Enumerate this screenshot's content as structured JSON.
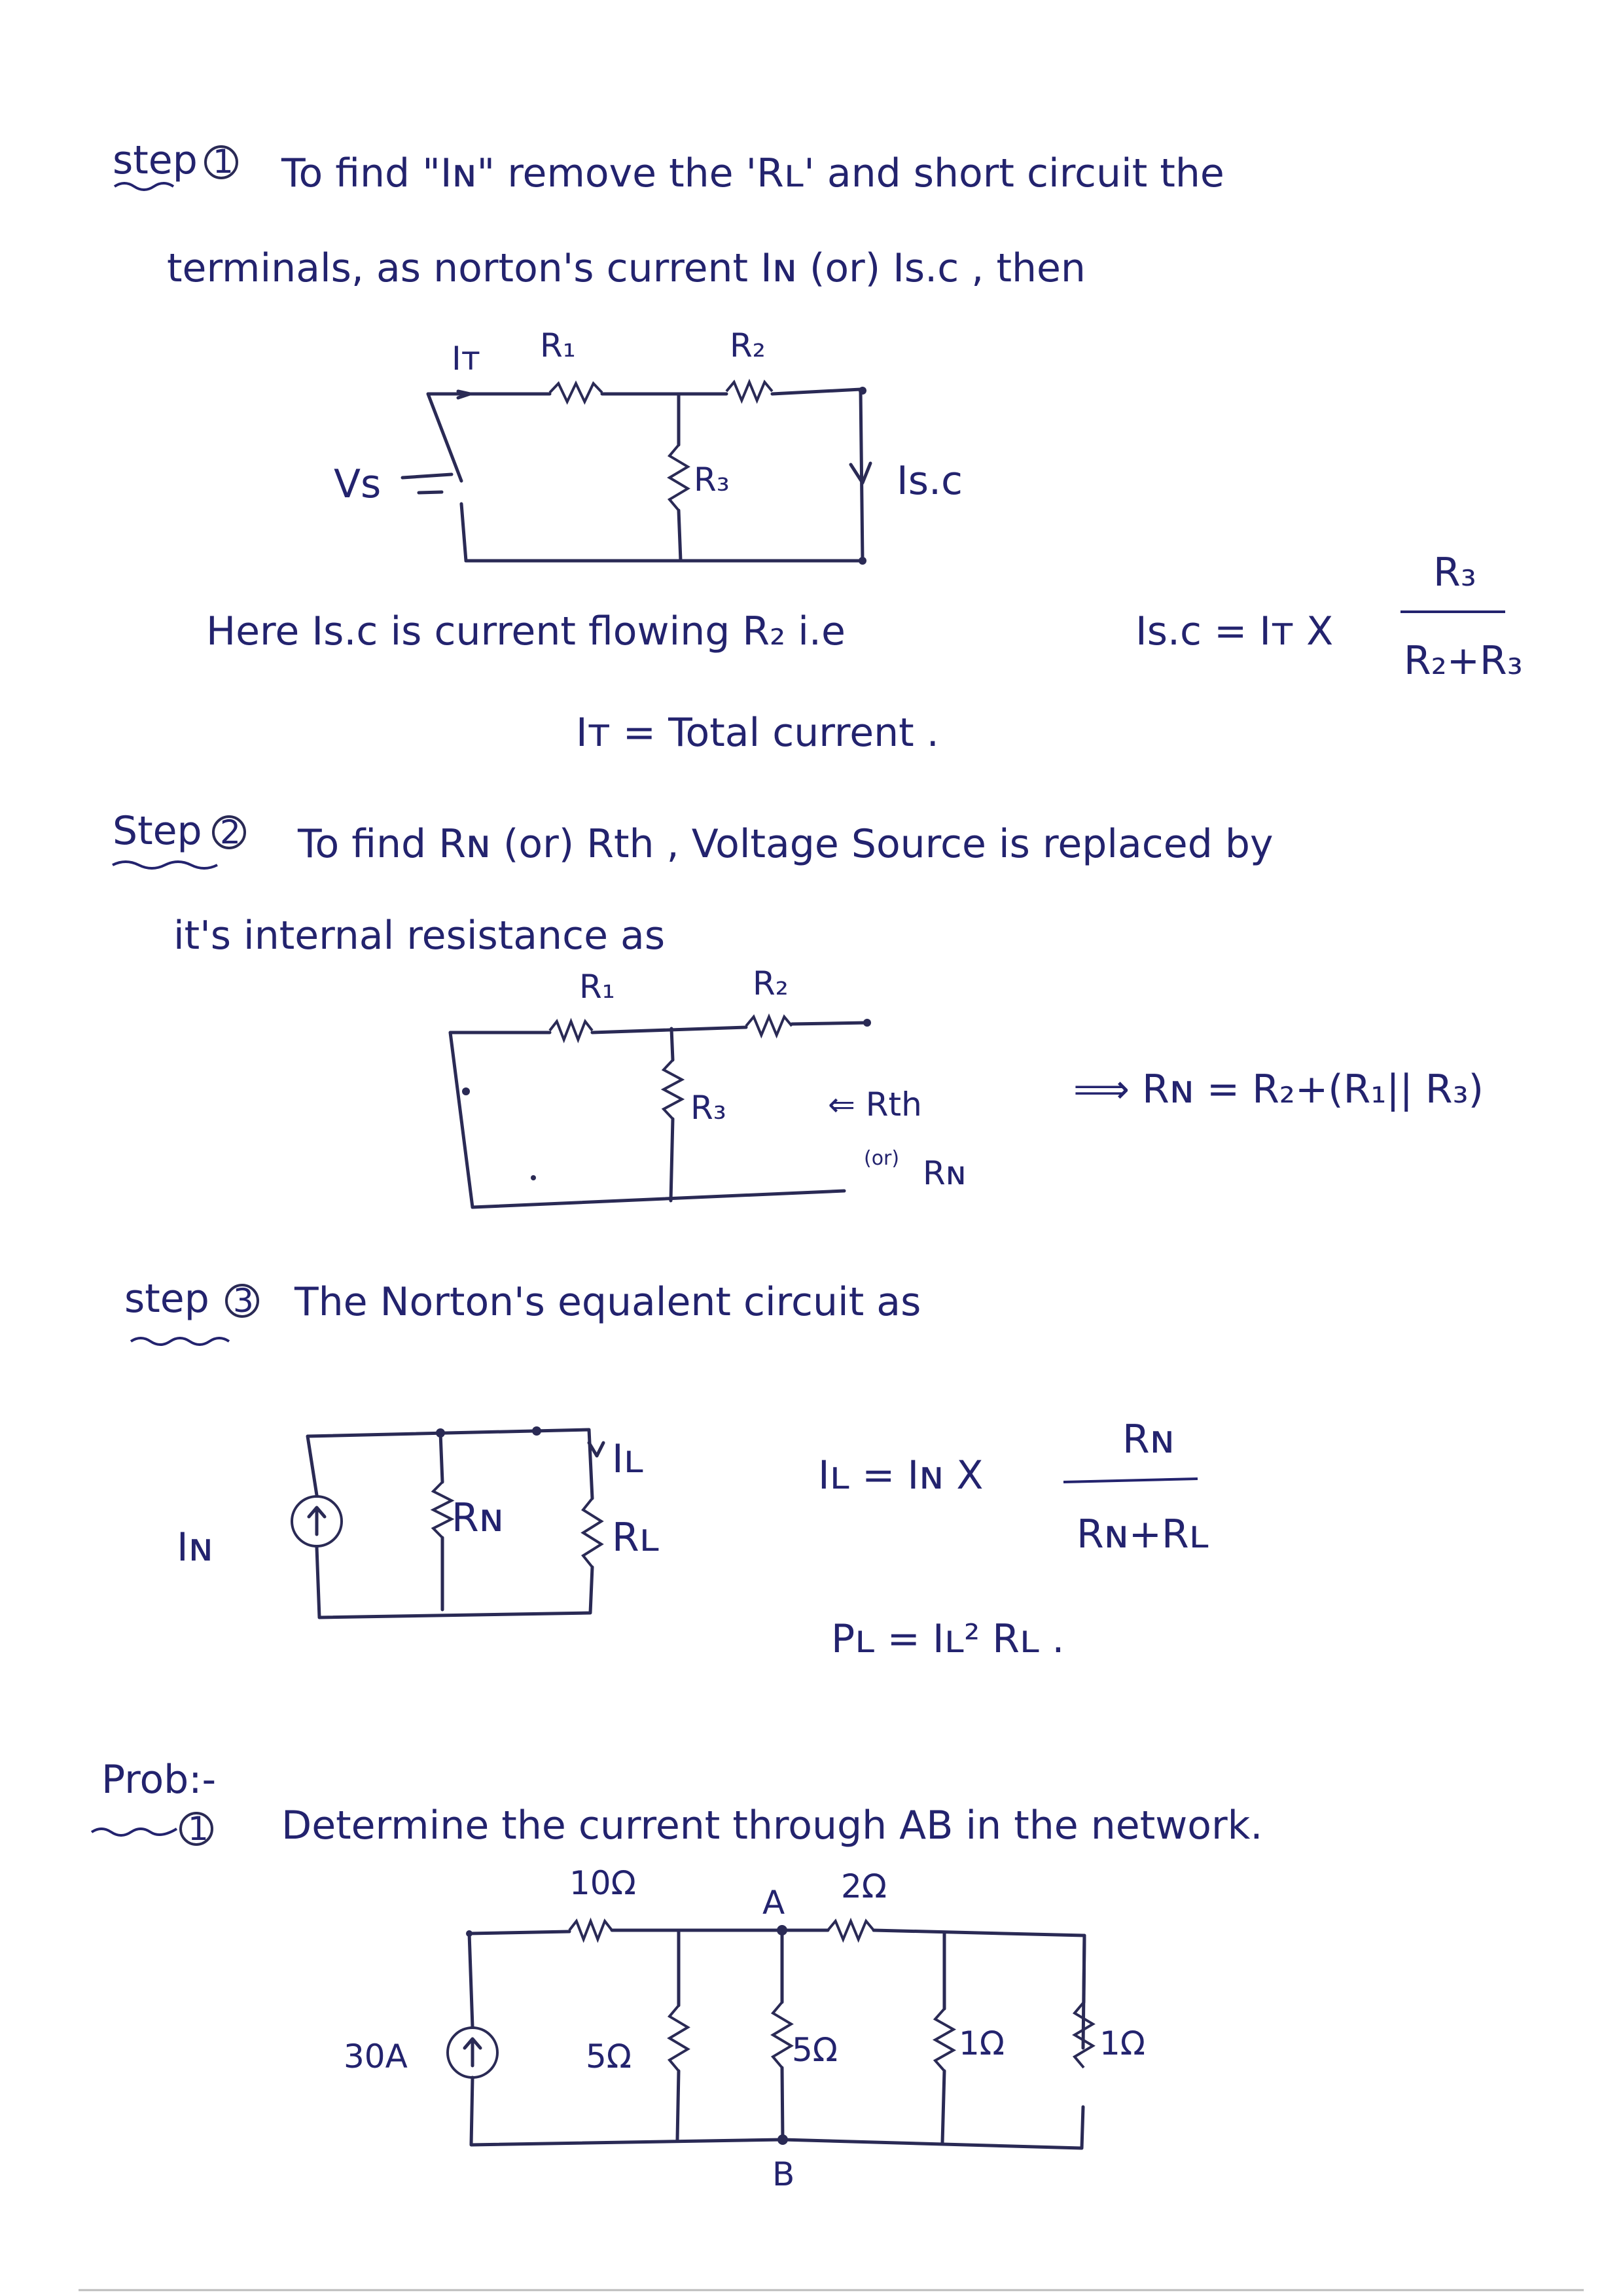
{
  "step1": {
    "label": "step",
    "num": "1",
    "line1": "To find \"Iɴ\"  remove the 'Rʟ' and short circuit the",
    "line2": "terminals, as norton's current  Iɴ (or) Is.c , then",
    "circuit": {
      "it": "Iᴛ",
      "r1": "R₁",
      "r2": "R₂",
      "r3": "R₃",
      "vs": "Vs",
      "isc": "Is.c"
    },
    "here_line": "Here   Is.c is  current flowing  R₂   i.e",
    "formula_lhs": "Is.c = Iᴛ X",
    "formula_num": "R₃",
    "formula_den": "R₂+R₃",
    "total_line": "Iᴛ = Total current ."
  },
  "step2": {
    "label": "Step",
    "num": "2",
    "line1": "To find  Rɴ (or) Rth ,  Voltage Source is replaced by",
    "line2": "it's internal resistance   as",
    "circuit": {
      "r1": "R₁",
      "r2": "R₂",
      "r3": "R₃",
      "rth": "⇐ Rth",
      "or": "(or)",
      "rn": "Rɴ"
    },
    "formula": "⟹ Rɴ = R₂+(R₁|| R₃)"
  },
  "step3": {
    "label": "step",
    "num": "3",
    "line1": "The Norton's equalent circuit as",
    "circuit": {
      "in": "Iɴ",
      "rn": "Rɴ",
      "il": "Iʟ",
      "rl": "Rʟ"
    },
    "il_lhs": "Iʟ = Iɴ X",
    "il_num": "Rɴ",
    "il_den": "Rɴ+Rʟ",
    "pl": "Pʟ = Iʟ² Rʟ ."
  },
  "problem": {
    "label": "Prob:-",
    "num": "1",
    "statement": "Determine  the  current through  AB in  the network.",
    "circuit": {
      "r10": "10Ω",
      "r2": "2Ω",
      "a": "A",
      "b": "B",
      "src": "30A",
      "r5a": "5Ω",
      "r5b": "5Ω",
      "r1a": "1Ω",
      "r1b": "1Ω"
    }
  }
}
